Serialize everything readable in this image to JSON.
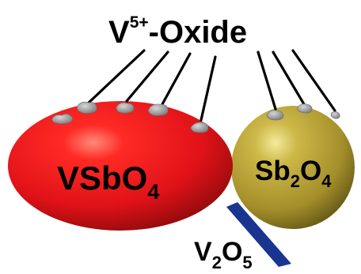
{
  "diagram": {
    "top_label": {
      "element": "V",
      "charge": "5+",
      "suffix": "-Oxide"
    },
    "left_phase": {
      "name_part1": "VSbO",
      "subscript": "4"
    },
    "right_phase": {
      "part1": "Sb",
      "sub1": "2",
      "part2": "O",
      "sub2": "4"
    },
    "bottom_phase": {
      "part1": "V",
      "sub1": "2",
      "part2": "O",
      "sub2": "5"
    },
    "colors": {
      "vsbo4": "#e8141a",
      "sb2o4": "#b8a232",
      "v2o5": "#1a3590",
      "oxide_patch": "#9a9a9a",
      "pointer": "#000000"
    }
  }
}
